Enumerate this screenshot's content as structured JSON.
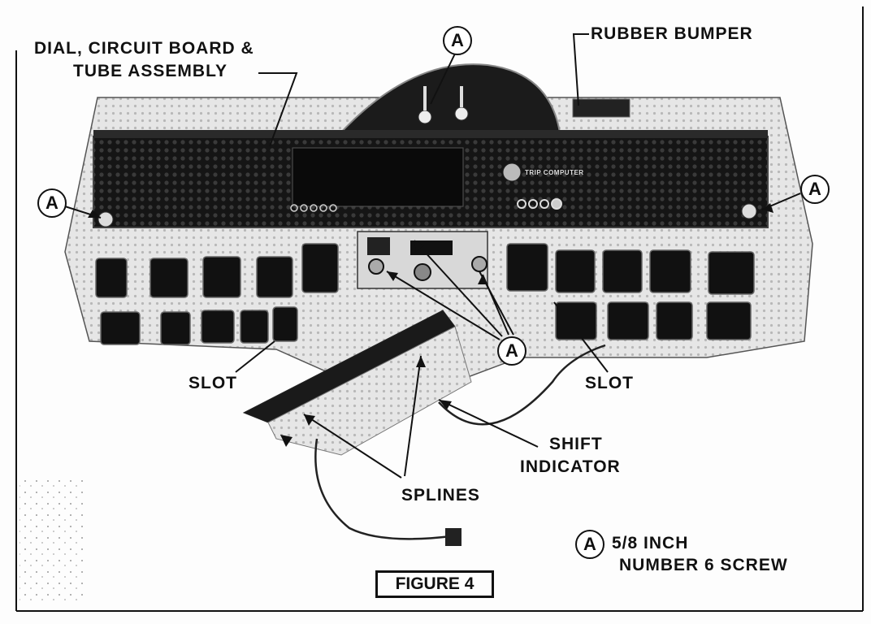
{
  "labels": {
    "dial_assembly_line1": "DIAL, CIRCUIT BOARD &",
    "dial_assembly_line2": "TUBE ASSEMBLY",
    "rubber_bumper": "RUBBER BUMPER",
    "slot_left": "SLOT",
    "slot_right": "SLOT",
    "shift_indicator_line1": "SHIFT",
    "shift_indicator_line2": "INDICATOR",
    "splines": "SPLINES",
    "panel_text": "TRIP COMPUTER"
  },
  "callout_letter": "A",
  "legend": {
    "symbol": "A",
    "line1": "5/8 INCH",
    "line2": "NUMBER 6 SCREW"
  },
  "figure_caption": "FIGURE 4",
  "colors": {
    "ink": "#111111",
    "paper": "#fdfdfd",
    "panel": "#1a1a1a"
  }
}
